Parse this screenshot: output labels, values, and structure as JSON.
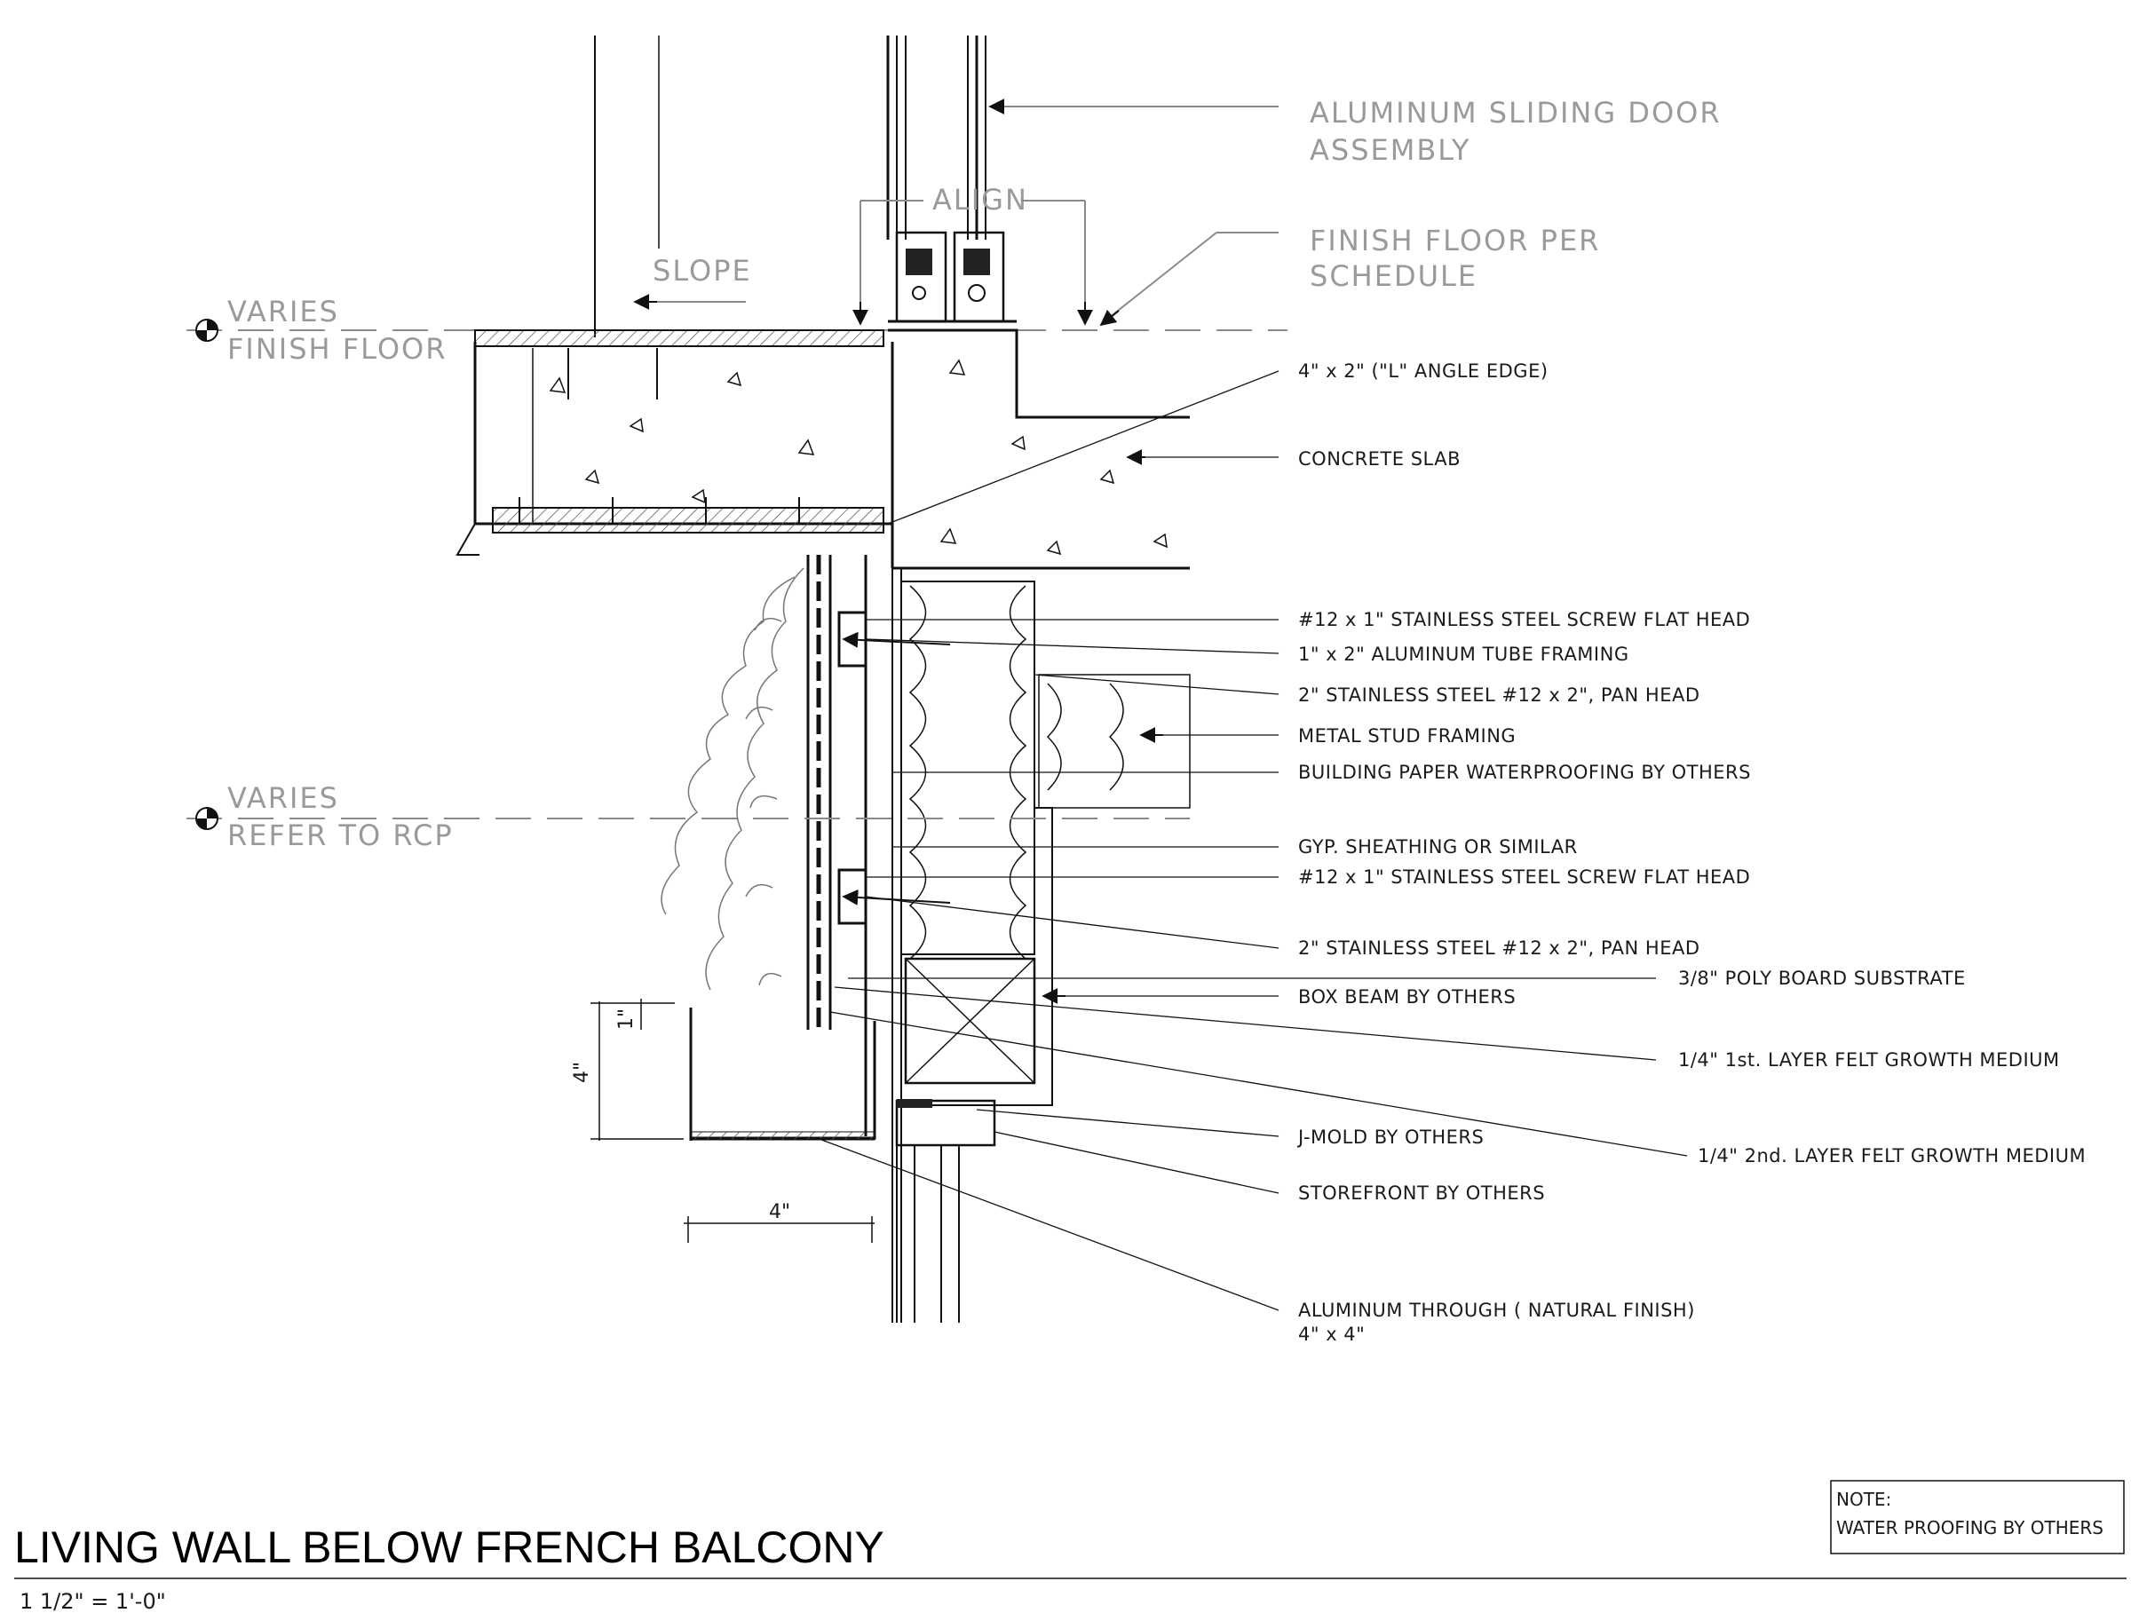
{
  "drawing": {
    "title": "LIVING WALL BELOW FRENCH BALCONY",
    "scale": "1 1/2\" = 1'-0\"",
    "note": {
      "heading": "NOTE:",
      "text": "WATER PROOFING BY OTHERS"
    }
  },
  "grey_labels": {
    "door_1": "ALUMINUM SLIDING DOOR",
    "door_2": "ASSEMBLY",
    "finish_floor_1": "FINISH FLOOR PER",
    "finish_floor_2": "SCHEDULE",
    "align": "ALIGN",
    "slope": "SLOPE",
    "varies_top": "VARIES",
    "finish_floor_level": "FINISH FLOOR",
    "varies_bottom": "VARIES",
    "refer_rcp": "REFER TO RCP"
  },
  "callouts": {
    "angle_edge": "4\" x 2\" (\"L\" ANGLE EDGE)",
    "concrete_slab": "CONCRETE SLAB",
    "screw_1": "#12 x 1\" STAINLESS STEEL SCREW FLAT HEAD",
    "tube_framing": "1\" x 2\" ALUMINUM TUBE FRAMING",
    "pan_head_1": "2\" STAINLESS STEEL #12 x 2\", PAN HEAD",
    "metal_stud": "METAL STUD FRAMING",
    "building_paper": "BUILDING PAPER WATERPROOFING BY OTHERS",
    "gyp_sheathing": "GYP. SHEATHING OR SIMILAR",
    "screw_2": "#12 x 1\" STAINLESS STEEL SCREW FLAT HEAD",
    "pan_head_2": "2\" STAINLESS STEEL #12 x 2\", PAN HEAD",
    "poly_board": "3/8\" POLY BOARD SUBSTRATE",
    "box_beam": "BOX BEAM BY OTHERS",
    "felt_1st": "1/4\" 1st. LAYER FELT GROWTH MEDIUM",
    "j_mold": "J-MOLD BY OTHERS",
    "felt_2nd": "1/4\" 2nd. LAYER FELT GROWTH MEDIUM",
    "storefront": "STOREFRONT BY OTHERS",
    "trough_1": "ALUMINUM THROUGH ( NATURAL FINISH)",
    "trough_2": "4\" x 4\""
  },
  "dimensions": {
    "trough_height": "4\"",
    "lip": "1\"",
    "trough_width": "4\""
  },
  "colors": {
    "linework": "#111111",
    "grey_text": "#9a9a9a"
  }
}
